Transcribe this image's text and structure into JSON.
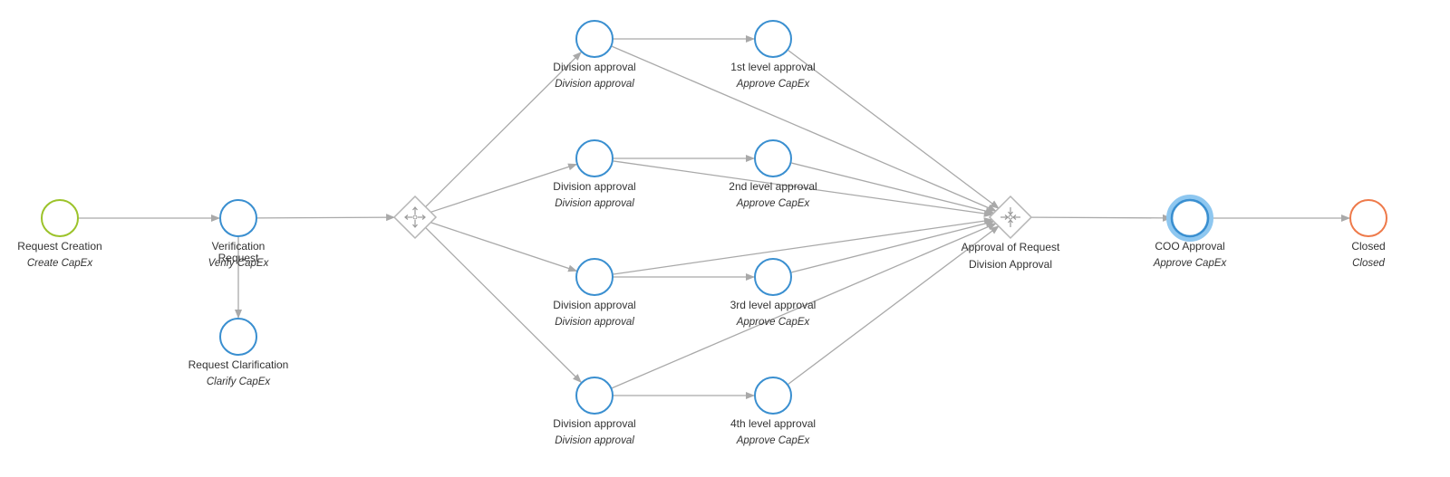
{
  "colors": {
    "start": "#9cc32a",
    "task": "#3a8fd0",
    "end": "#ee7a4a",
    "selected_halo": "#8ec7f0",
    "edge": "#a9a9a9",
    "gateway": "#b5b5b5"
  },
  "nodes": [
    {
      "id": "request_creation",
      "kind": "start",
      "icon": "start-event-icon",
      "label": "Request Creation",
      "sub": "Create CapEx"
    },
    {
      "id": "verification",
      "kind": "task",
      "icon": "task-icon",
      "label": "Verification",
      "label2": "Request",
      "sub": "Verify CapEx"
    },
    {
      "id": "request_clarification",
      "kind": "task",
      "icon": "task-icon",
      "label": "Request Clarification",
      "sub": "Clarify CapEx"
    },
    {
      "id": "split_gateway",
      "kind": "gateway",
      "icon": "parallel-gateway-icon",
      "label": "",
      "sub": ""
    },
    {
      "id": "div_approval_1",
      "kind": "task",
      "icon": "task-icon",
      "label": "Division approval",
      "sub": "Division approval"
    },
    {
      "id": "div_approval_2",
      "kind": "task",
      "icon": "task-icon",
      "label": "Division approval",
      "sub": "Division approval"
    },
    {
      "id": "div_approval_3",
      "kind": "task",
      "icon": "task-icon",
      "label": "Division approval",
      "sub": "Division approval"
    },
    {
      "id": "div_approval_4",
      "kind": "task",
      "icon": "task-icon",
      "label": "Division approval",
      "sub": "Division approval"
    },
    {
      "id": "level1_approval",
      "kind": "task",
      "icon": "task-icon",
      "label": "1st level approval",
      "sub": "Approve CapEx"
    },
    {
      "id": "level2_approval",
      "kind": "task",
      "icon": "task-icon",
      "label": "2nd level approval",
      "sub": "Approve CapEx"
    },
    {
      "id": "level3_approval",
      "kind": "task",
      "icon": "task-icon",
      "label": "3rd level approval",
      "sub": "Approve CapEx"
    },
    {
      "id": "level4_approval",
      "kind": "task",
      "icon": "task-icon",
      "label": "4th level approval",
      "sub": "Approve CapEx"
    },
    {
      "id": "join_gateway",
      "kind": "gateway",
      "icon": "parallel-gateway-icon",
      "label": "Approval of Request",
      "label2": "Division Approval",
      "sub": ""
    },
    {
      "id": "coo_approval",
      "kind": "task",
      "selected": true,
      "icon": "task-icon",
      "label": "COO Approval",
      "sub": "Approve CapEx"
    },
    {
      "id": "closed",
      "kind": "end",
      "icon": "end-event-icon",
      "label": "Closed",
      "sub": "Closed"
    }
  ],
  "edges": [
    [
      "request_creation",
      "verification"
    ],
    [
      "verification",
      "request_clarification"
    ],
    [
      "verification",
      "split_gateway"
    ],
    [
      "split_gateway",
      "div_approval_1"
    ],
    [
      "split_gateway",
      "div_approval_2"
    ],
    [
      "split_gateway",
      "div_approval_3"
    ],
    [
      "split_gateway",
      "div_approval_4"
    ],
    [
      "div_approval_1",
      "level1_approval"
    ],
    [
      "div_approval_2",
      "level2_approval"
    ],
    [
      "div_approval_3",
      "level3_approval"
    ],
    [
      "div_approval_4",
      "level4_approval"
    ],
    [
      "div_approval_1",
      "join_gateway"
    ],
    [
      "div_approval_2",
      "join_gateway"
    ],
    [
      "div_approval_3",
      "join_gateway"
    ],
    [
      "div_approval_4",
      "join_gateway"
    ],
    [
      "level1_approval",
      "join_gateway"
    ],
    [
      "level2_approval",
      "join_gateway"
    ],
    [
      "level3_approval",
      "join_gateway"
    ],
    [
      "level4_approval",
      "join_gateway"
    ],
    [
      "join_gateway",
      "coo_approval"
    ],
    [
      "coo_approval",
      "closed"
    ]
  ]
}
